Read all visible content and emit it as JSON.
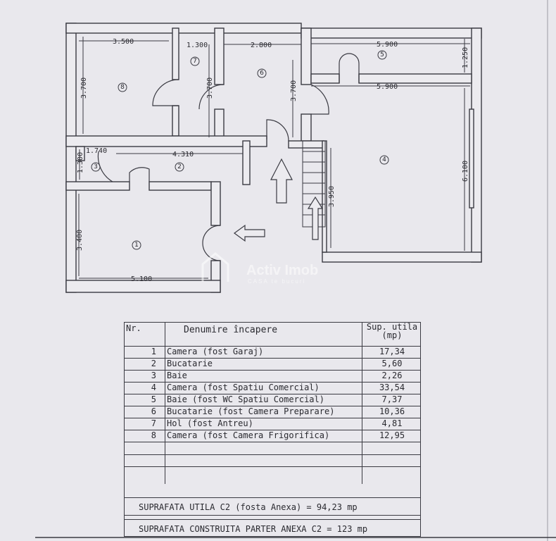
{
  "plan": {
    "rooms": [
      "1",
      "2",
      "3",
      "4",
      "5",
      "6",
      "7",
      "8"
    ],
    "dimensions": {
      "r8_w": "3.500",
      "r8_h": "3.700",
      "r7_w": "1.300",
      "r7_h": "3.700",
      "r6_w": "2.800",
      "r6_h": "3.700",
      "r5_w": "5.900",
      "r5_h": "1.250",
      "r4_w": "5.900",
      "r4_h": "6.100",
      "stair_h": "3.950",
      "r3_w": "1.740",
      "r3_h": "1.300",
      "r2_w": "4.310",
      "r1_w": "5.100",
      "r1_h": "3.400"
    },
    "watermark": {
      "brand": "Activ Imob",
      "tagline": "CASA te bucuri"
    }
  },
  "table": {
    "headers": {
      "nr": "Nr.",
      "name": "Denumire încapere",
      "area": "Sup. utila",
      "area_unit": "(mp)"
    },
    "rows": [
      {
        "nr": "1",
        "name": "Camera (fost Garaj)",
        "area": "17,34"
      },
      {
        "nr": "2",
        "name": "Bucatarie",
        "area": "5,60"
      },
      {
        "nr": "3",
        "name": "Baie",
        "area": "2,26"
      },
      {
        "nr": "4",
        "name": "Camera (fost Spatiu Comercial)",
        "area": "33,54"
      },
      {
        "nr": "5",
        "name": "Baie (fost WC Spatiu Comercial)",
        "area": "7,37"
      },
      {
        "nr": "6",
        "name": "Bucatarie (fost Camera Preparare)",
        "area": "10,36"
      },
      {
        "nr": "7",
        "name": "Hol (fost Antreu)",
        "area": "4,81"
      },
      {
        "nr": "8",
        "name": "Camera (fost Camera Frigorifica)",
        "area": "12,95"
      }
    ],
    "total_useful": "SUPRAFATA UTILA  C2 (fosta Anexa) = 94,23  mp",
    "total_built": "SUPRAFATA CONSTRUITA PARTER ANEXA C2 = 123 mp"
  }
}
